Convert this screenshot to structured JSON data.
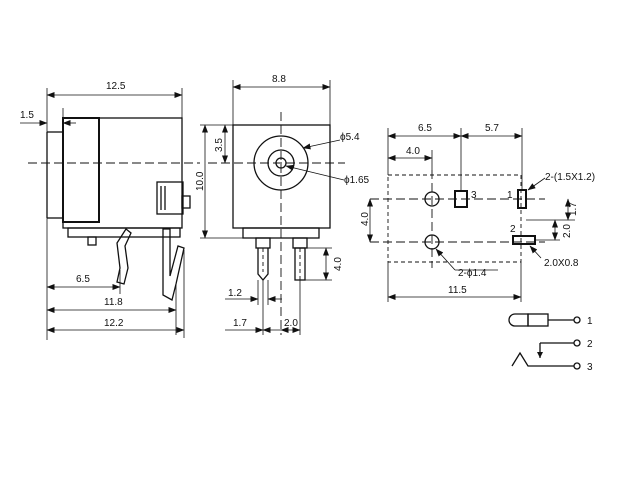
{
  "side_view": {
    "dims": {
      "overall_width": "12.5",
      "front_offset": "1.5",
      "pin_distance": "6.5",
      "base_length": "11.8",
      "total_length": "12.2"
    }
  },
  "front_view": {
    "dims": {
      "width": "8.8",
      "height": "10.0",
      "center_height": "3.5",
      "outer_diameter": "ϕ5.4",
      "pin_diameter": "ϕ1.65",
      "pin_length": "4.0",
      "left_pin_offset": "1.2",
      "pin_spacing_a": "1.7",
      "pin_spacing_b": "2.0"
    }
  },
  "pcb_layout": {
    "dims": {
      "hole_offset_a": "6.5",
      "hole_offset_b": "5.7",
      "hole_offset_c": "4.0",
      "vertical_spacing": "4.0",
      "pad_spacing_a": "1.7",
      "pad_spacing_b": "2.0",
      "overall": "11.5"
    },
    "labels": {
      "slot_pads": "2-(1.5X1.2)",
      "mount_holes": "2-ϕ1.4",
      "pad_size": "2.0X0.8",
      "pin_1": "1",
      "pin_2": "2",
      "pin_3": "3"
    }
  },
  "schematic": {
    "pins": [
      "1",
      "2",
      "3"
    ]
  }
}
